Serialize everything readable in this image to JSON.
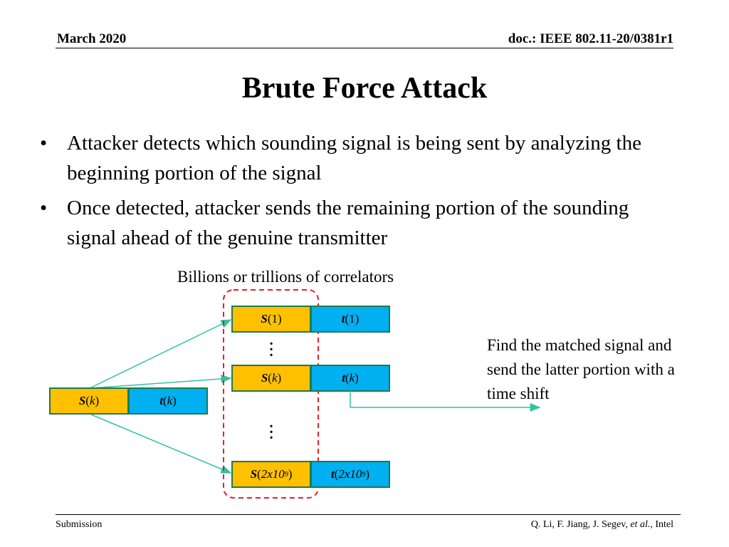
{
  "header": {
    "date": "March 2020",
    "doc": "doc.: IEEE 802.11-20/0381r1"
  },
  "title": "Brute Force Attack",
  "bullets": [
    "Attacker detects which sounding signal is being sent by analyzing the beginning portion of the signal",
    "Once detected, attacker sends the remaining portion of the sounding signal ahead of the genuine transmitter"
  ],
  "diagram": {
    "caption": "Billions or trillions of correlators",
    "note": "Find the matched signal and send the latter portion with a time shift",
    "source": {
      "s": "S",
      "s_arg": "k",
      "t": "t",
      "t_arg": "k"
    },
    "rows": [
      {
        "s": "S",
        "s_arg": "1",
        "t": "t",
        "t_arg": "1"
      },
      {
        "s": "S",
        "s_arg": "k",
        "t": "t",
        "t_arg": "k"
      },
      {
        "s": "S",
        "s_arg": "2x10",
        "s_sup": "9",
        "t": "t",
        "t_arg": "2x10",
        "t_sup": "9"
      }
    ],
    "colors": {
      "s_box": "#ffc000",
      "t_box": "#00b0f0",
      "border": "#1e7a4e",
      "arrow": "#2ec4a0",
      "dashed": "#e8202a"
    }
  },
  "footer": {
    "left": "Submission",
    "right_main": "Q. Li, F. Jiang, J. Segev, ",
    "right_italic": "et al.",
    "right_tail": ", Intel"
  }
}
